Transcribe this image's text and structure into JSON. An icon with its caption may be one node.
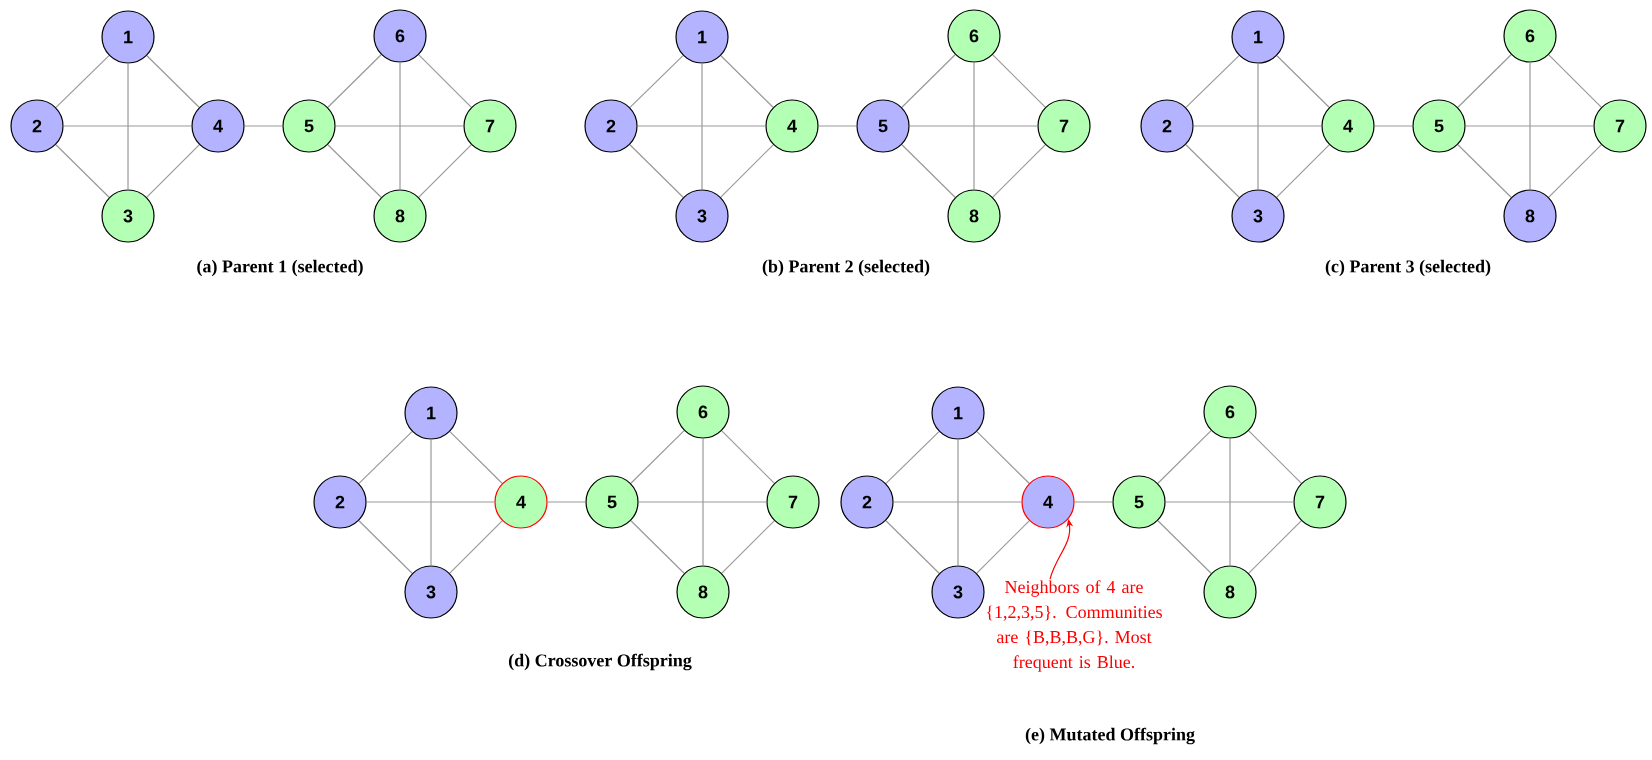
{
  "diagram": {
    "nodes": [
      {
        "text": [
          "1"
        ]
      },
      {
        "text": [
          "2"
        ]
      },
      {
        "text": [
          "3"
        ]
      },
      {
        "text": [
          "4"
        ]
      },
      {
        "text": [
          "5"
        ]
      },
      {
        "text": [
          "6"
        ]
      },
      {
        "text": [
          "7"
        ]
      },
      {
        "text": [
          "8"
        ]
      },
      {
        "text": [
          "1"
        ]
      },
      {
        "text": [
          "2"
        ]
      },
      {
        "text": [
          "3"
        ]
      },
      {
        "text": [
          "4"
        ]
      },
      {
        "text": [
          "5"
        ]
      },
      {
        "text": [
          "6"
        ]
      },
      {
        "text": [
          "7"
        ]
      },
      {
        "text": [
          "8"
        ]
      },
      {
        "text": [
          "1"
        ]
      },
      {
        "text": [
          "2"
        ]
      },
      {
        "text": [
          "3"
        ]
      },
      {
        "text": [
          "4"
        ]
      },
      {
        "text": [
          "5"
        ]
      },
      {
        "text": [
          "6"
        ]
      },
      {
        "text": [
          "7"
        ]
      },
      {
        "text": [
          "8"
        ]
      },
      {
        "text": [
          "1"
        ]
      },
      {
        "text": [
          "2"
        ]
      },
      {
        "text": [
          "3"
        ]
      },
      {
        "text": [
          "4"
        ]
      },
      {
        "text": [
          "5"
        ]
      },
      {
        "text": [
          "6"
        ]
      },
      {
        "text": [
          "7"
        ]
      },
      {
        "text": [
          "8"
        ]
      },
      {
        "text": [
          "1"
        ]
      },
      {
        "text": [
          "2"
        ]
      },
      {
        "text": [
          "3"
        ]
      },
      {
        "text": [
          "4"
        ]
      },
      {
        "text": [
          "5"
        ]
      },
      {
        "text": [
          "6"
        ]
      },
      {
        "text": [
          "7"
        ]
      },
      {
        "text": [
          "8"
        ]
      },
      {
        "text": [
          "Neighbors of 4 are {1,2,3,5}. Communities are {B,B,B,G}. Most frequent is Blue."
        ]
      }
    ],
    "edges": [
      {
        "from": 0,
        "to": 1,
        "arrow": "none"
      },
      {
        "from": 0,
        "to": 2,
        "arrow": "none"
      },
      {
        "from": 0,
        "to": 3,
        "arrow": "none"
      },
      {
        "from": 1,
        "to": 2,
        "arrow": "none"
      },
      {
        "from": 1,
        "to": 3,
        "arrow": "none"
      },
      {
        "from": 2,
        "to": 3,
        "arrow": "none"
      },
      {
        "from": 3,
        "to": 4,
        "arrow": "none"
      },
      {
        "from": 4,
        "to": 5,
        "arrow": "none"
      },
      {
        "from": 4,
        "to": 6,
        "arrow": "none"
      },
      {
        "from": 4,
        "to": 7,
        "arrow": "none"
      },
      {
        "from": 5,
        "to": 6,
        "arrow": "none"
      },
      {
        "from": 5,
        "to": 7,
        "arrow": "none"
      },
      {
        "from": 6,
        "to": 7,
        "arrow": "none"
      },
      {
        "from": 8,
        "to": 9,
        "arrow": "none"
      },
      {
        "from": 8,
        "to": 10,
        "arrow": "none"
      },
      {
        "from": 8,
        "to": 11,
        "arrow": "none"
      },
      {
        "from": 9,
        "to": 10,
        "arrow": "none"
      },
      {
        "from": 9,
        "to": 11,
        "arrow": "none"
      },
      {
        "from": 10,
        "to": 11,
        "arrow": "none"
      },
      {
        "from": 11,
        "to": 12,
        "arrow": "none"
      },
      {
        "from": 12,
        "to": 13,
        "arrow": "none"
      },
      {
        "from": 12,
        "to": 14,
        "arrow": "none"
      },
      {
        "from": 12,
        "to": 15,
        "arrow": "none"
      },
      {
        "from": 13,
        "to": 14,
        "arrow": "none"
      },
      {
        "from": 13,
        "to": 15,
        "arrow": "none"
      },
      {
        "from": 14,
        "to": 15,
        "arrow": "none"
      },
      {
        "from": 16,
        "to": 17,
        "arrow": "none"
      },
      {
        "from": 16,
        "to": 18,
        "arrow": "none"
      },
      {
        "from": 16,
        "to": 19,
        "arrow": "none"
      },
      {
        "from": 17,
        "to": 18,
        "arrow": "none"
      },
      {
        "from": 17,
        "to": 19,
        "arrow": "none"
      },
      {
        "from": 18,
        "to": 19,
        "arrow": "none"
      },
      {
        "from": 19,
        "to": 20,
        "arrow": "none"
      },
      {
        "from": 20,
        "to": 21,
        "arrow": "none"
      },
      {
        "from": 20,
        "to": 22,
        "arrow": "none"
      },
      {
        "from": 20,
        "to": 23,
        "arrow": "none"
      },
      {
        "from": 21,
        "to": 22,
        "arrow": "none"
      },
      {
        "from": 21,
        "to": 23,
        "arrow": "none"
      },
      {
        "from": 22,
        "to": 23,
        "arrow": "none"
      },
      {
        "from": 24,
        "to": 25,
        "arrow": "none"
      },
      {
        "from": 24,
        "to": 26,
        "arrow": "none"
      },
      {
        "from": 24,
        "to": 27,
        "arrow": "none"
      },
      {
        "from": 25,
        "to": 26,
        "arrow": "none"
      },
      {
        "from": 25,
        "to": 27,
        "arrow": "none"
      },
      {
        "from": 26,
        "to": 27,
        "arrow": "none"
      },
      {
        "from": 27,
        "to": 28,
        "arrow": "none"
      },
      {
        "from": 28,
        "to": 29,
        "arrow": "none"
      },
      {
        "from": 28,
        "to": 30,
        "arrow": "none"
      },
      {
        "from": 28,
        "to": 31,
        "arrow": "none"
      },
      {
        "from": 29,
        "to": 30,
        "arrow": "none"
      },
      {
        "from": 29,
        "to": 31,
        "arrow": "none"
      },
      {
        "from": 30,
        "to": 31,
        "arrow": "none"
      },
      {
        "from": 32,
        "to": 33,
        "arrow": "none"
      },
      {
        "from": 32,
        "to": 34,
        "arrow": "none"
      },
      {
        "from": 32,
        "to": 35,
        "arrow": "none"
      },
      {
        "from": 33,
        "to": 34,
        "arrow": "none"
      },
      {
        "from": 33,
        "to": 35,
        "arrow": "none"
      },
      {
        "from": 34,
        "to": 35,
        "arrow": "none"
      },
      {
        "from": 35,
        "to": 36,
        "arrow": "none"
      },
      {
        "from": 36,
        "to": 37,
        "arrow": "none"
      },
      {
        "from": 36,
        "to": 38,
        "arrow": "none"
      },
      {
        "from": 36,
        "to": 39,
        "arrow": "none"
      },
      {
        "from": 37,
        "to": 38,
        "arrow": "none"
      },
      {
        "from": 37,
        "to": 39,
        "arrow": "none"
      },
      {
        "from": 38,
        "to": 39,
        "arrow": "none"
      },
      {
        "from": 40,
        "to": 35,
        "arrow": "to",
        "color": "#ff0000"
      }
    ],
    "labels": [
      "(a) Parent 1 (selected)",
      "(b) Parent 2 (selected)",
      "(c) Parent 3 (selected)",
      "(d) Crossover Offspring",
      "(e) Mutated Offspring"
    ]
  }
}
